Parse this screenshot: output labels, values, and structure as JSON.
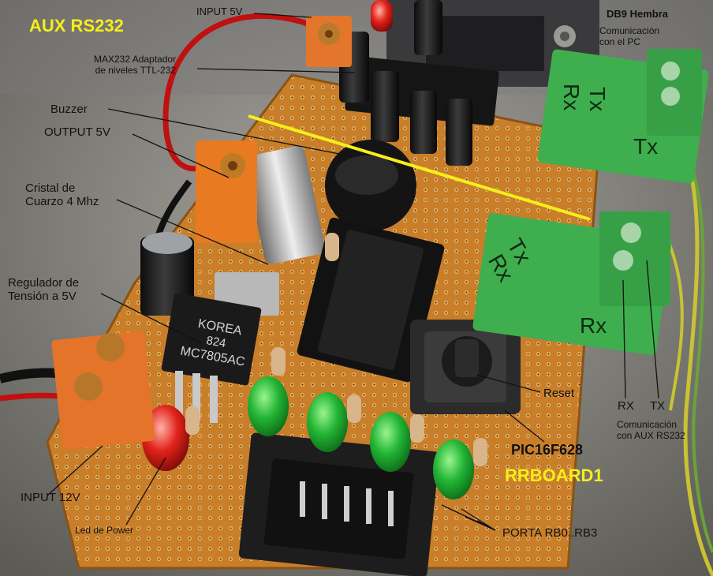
{
  "board_name": "RRBOARD1",
  "aux_title": "AUX RS232",
  "labels": {
    "input_5v": "INPUT 5V",
    "db9": "DB9 Hembra",
    "comm_pc": "Comunicación\ncon el PC",
    "max232": "MAX232 Adaptador\nde niveles TTL-232",
    "buzzer": "Buzzer",
    "output_5v": "OUTPUT 5V",
    "crystal": "Cristal de\nCuarzo 4 Mhz",
    "regulator": "Regulador de\nTensión a 5V",
    "reset": "Reset",
    "rx": "RX",
    "tx": "TX",
    "comm_aux": "Comunicación\ncon AUX RS232",
    "pic": "PIC16F628",
    "input_12v": "INPUT 12V",
    "power_led": "Led de Power",
    "porta": "PORTA RB0..RB3"
  },
  "component_text": {
    "regulator_chip": "KOREA\n824\nMC7805AC",
    "connector_top_rx": "Rx",
    "connector_top_tx": "Tx",
    "connector_top_tx2": "Tx",
    "connector_bot_tx": "Tx",
    "connector_bot_rx": "Rx",
    "connector_bot_rx2": "Rx"
  },
  "colors": {
    "label_highlight": "#f5ee1a",
    "board": "#d4892e",
    "connector_green": "#3fae4f",
    "led_green": "#2fbf3a",
    "led_red": "#e0201c"
  }
}
